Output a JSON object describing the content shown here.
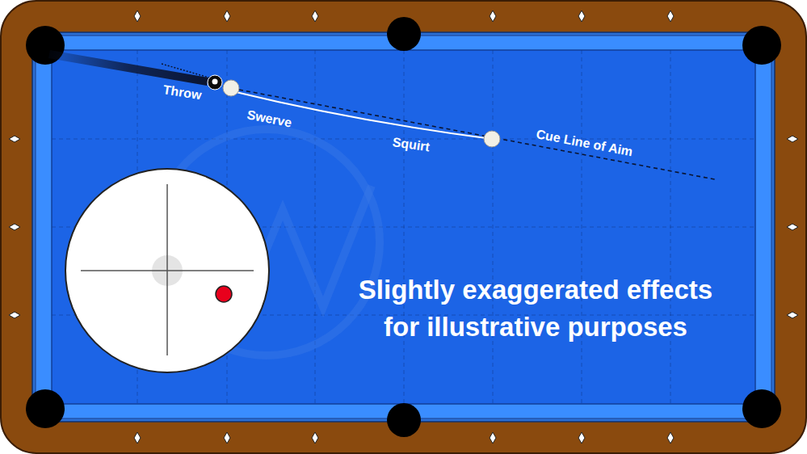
{
  "diagram": {
    "labels": [
      "Throw",
      "Swerve",
      "Squirt",
      "Cue Line of Aim",
      "Slightly exaggerated effects for illustrative purposes"
    ]
  }
}
